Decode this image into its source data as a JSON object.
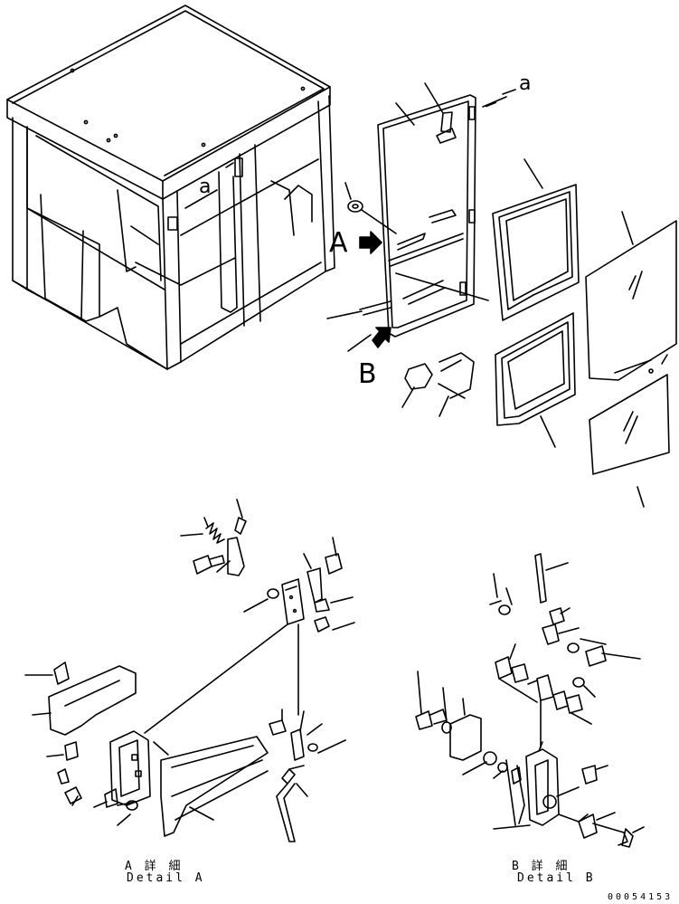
{
  "labels": {
    "view_a": "A",
    "view_b": "B",
    "ref_a_cab": "a",
    "ref_a_door": "a"
  },
  "captions": {
    "detail_a_jp": "A 詳 細",
    "detail_a_en": "Detail A",
    "detail_b_jp": "B 詳 細",
    "detail_b_en": "Detail B"
  },
  "drawing_number": "00054153"
}
